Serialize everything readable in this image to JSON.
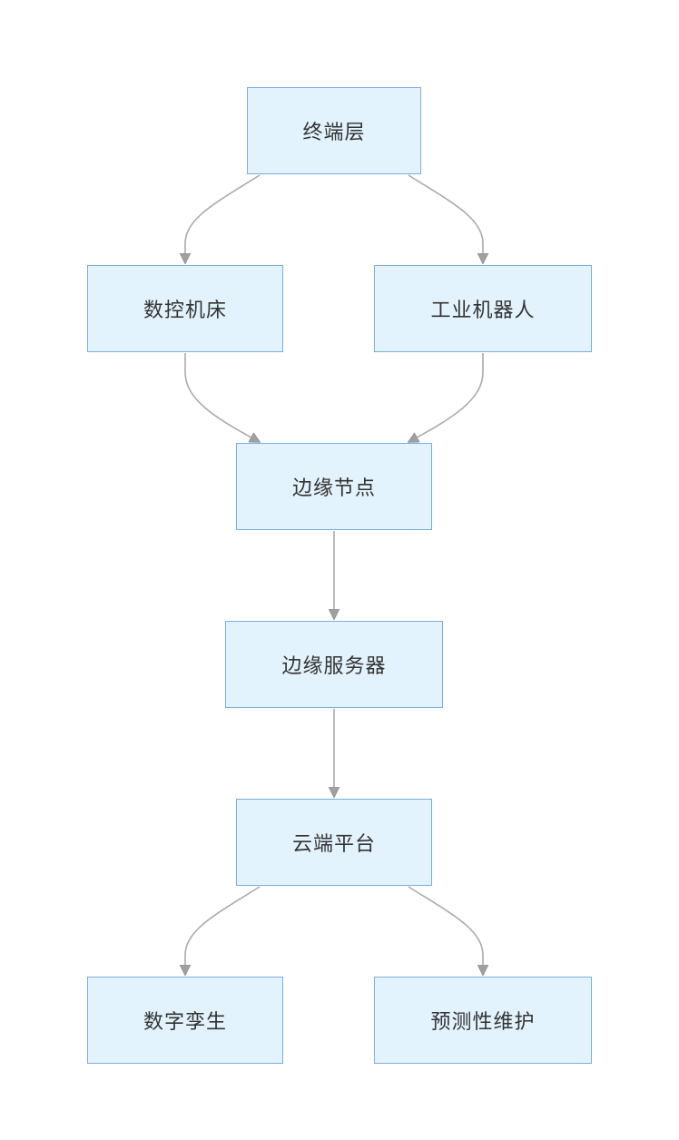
{
  "nodes": {
    "terminal": "终端层",
    "cnc": "数控机床",
    "robot": "工业机器人",
    "edge_node": "边缘节点",
    "edge_server": "边缘服务器",
    "cloud": "云端平台",
    "digital_twin": "数字孪生",
    "predictive_maintenance": "预测性维护"
  },
  "edges": [
    {
      "from": "terminal",
      "to": "cnc"
    },
    {
      "from": "terminal",
      "to": "robot"
    },
    {
      "from": "cnc",
      "to": "edge_node"
    },
    {
      "from": "robot",
      "to": "edge_node"
    },
    {
      "from": "edge_node",
      "to": "edge_server"
    },
    {
      "from": "edge_server",
      "to": "cloud"
    },
    {
      "from": "cloud",
      "to": "digital_twin"
    },
    {
      "from": "cloud",
      "to": "predictive_maintenance"
    }
  ],
  "colors": {
    "node_fill": "#e3f3fd",
    "node_border": "#7aaee0",
    "edge": "#aaaaaa",
    "arrowhead": "#a0a0a0",
    "text": "#333333"
  }
}
